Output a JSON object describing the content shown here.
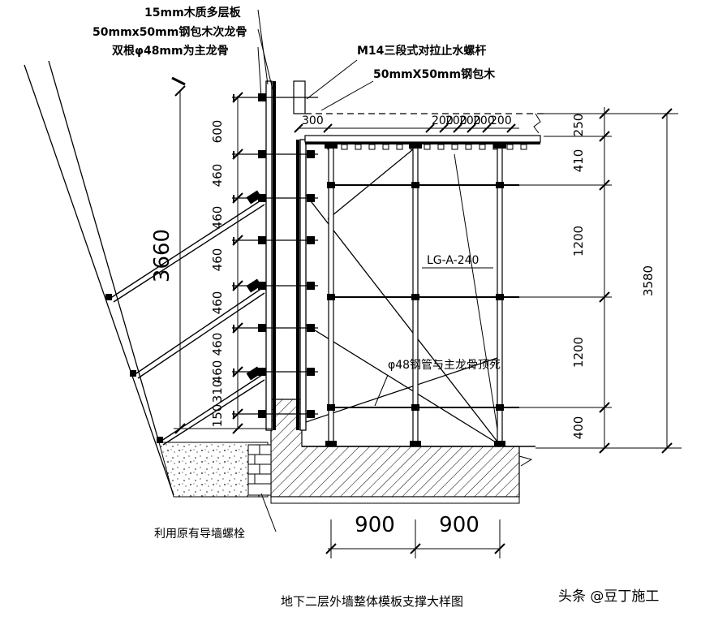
{
  "labels": {
    "plywood": "15mm木质多层板",
    "secondary_joist": "50mmx50mm钢包木次龙骨",
    "main_joist": "双根φ48mm为主龙骨",
    "tie_rod": "M14三段式对拉止水螺杆",
    "steel_wood": "50mmX50mm钢包木",
    "scaffold": "LG-A-240",
    "pipe_note": "φ48钢管与主龙骨顶死",
    "anchor_bolt": "利用原有导墙螺栓"
  },
  "dims": {
    "left_spacing": [
      "600",
      "460",
      "460",
      "460",
      "460",
      "460",
      "460",
      "310",
      "150"
    ],
    "left_total": "3660",
    "top_offset": "300",
    "top_spacing": [
      "200",
      "200",
      "200",
      "200",
      "200"
    ],
    "right_spacing": [
      "250",
      "410",
      "1200",
      "1200",
      "400"
    ],
    "right_total": "3580",
    "bottom_spacing": [
      "900",
      "900"
    ]
  },
  "caption": "地下二层外墙整体模板支撑大样图",
  "watermark": "头条 @豆丁施工"
}
